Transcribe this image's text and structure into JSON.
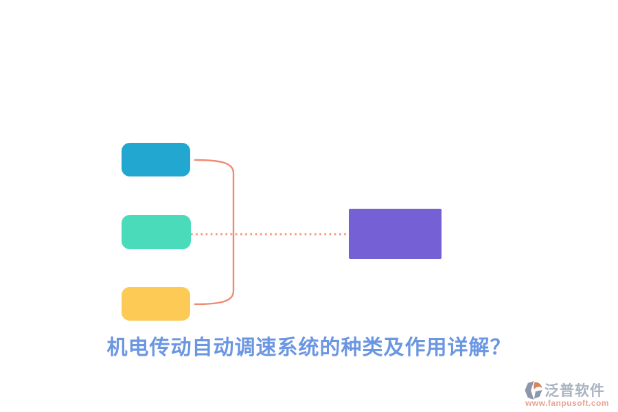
{
  "diagram": {
    "title": "机电传动自动调速系统的种类及作用详解？",
    "title_color": "#6b96e2",
    "connector_color": "#ef8a72",
    "dotted_color": "#f09880",
    "nodes": [
      {
        "id": "topic-top",
        "label": "",
        "color": "#22a8d0",
        "css": "background:#22a8d0"
      },
      {
        "id": "topic-middle",
        "label": "",
        "color": "#4adcba",
        "css": "background:#4adcba"
      },
      {
        "id": "topic-bottom",
        "label": "",
        "color": "#fdca56",
        "css": "background:#fdca56"
      },
      {
        "id": "result-node",
        "label": "",
        "color": "#7561d5",
        "css": "background:#7561d5"
      }
    ]
  },
  "watermark": {
    "brand": "泛普软件",
    "url": "www.fanpusoft.com",
    "brand_color": "#a9b2c1",
    "url_color": "#e9a392",
    "logo_gray": "#8e97a9",
    "logo_orange": "#d6845b"
  }
}
